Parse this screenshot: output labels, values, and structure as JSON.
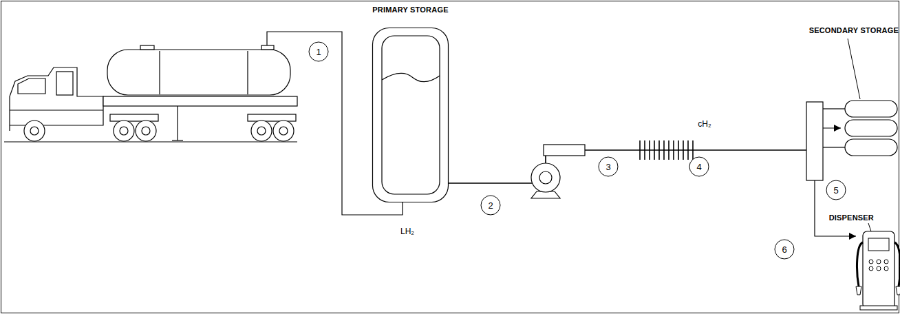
{
  "diagram": {
    "nodes": [
      {
        "text": [
          "PRIMARY STORAGE"
        ]
      },
      {
        "text": [
          "SECONDARY STORAGE"
        ]
      },
      {
        "text": [
          "DISPENSER"
        ]
      }
    ],
    "edges": [
      {
        "from": 0,
        "to": 1,
        "arrow": "to"
      },
      {
        "from": 0,
        "to": 2,
        "arrow": "to"
      }
    ],
    "labels": [
      "1",
      "LH₂",
      "2",
      "3",
      "cH₂",
      "4",
      "5",
      "6"
    ]
  }
}
